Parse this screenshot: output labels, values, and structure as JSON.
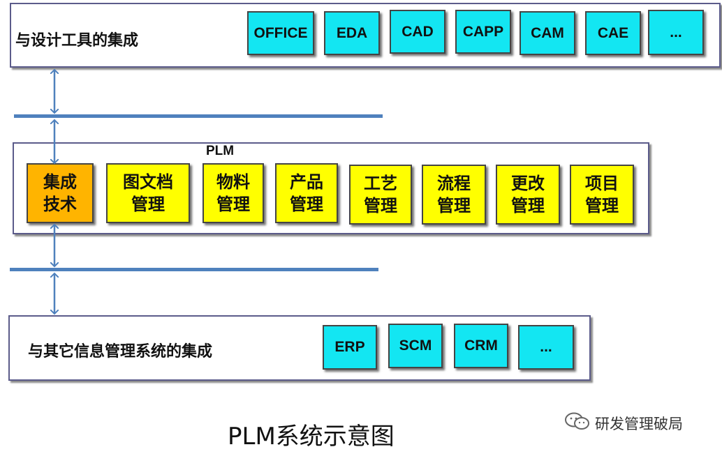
{
  "top_panel": {
    "title": "与设计工具的集成",
    "tools": [
      "OFFICE",
      "EDA",
      "CAD",
      "CAPP",
      "CAM",
      "CAE",
      "..."
    ]
  },
  "plm_panel": {
    "label": "PLM",
    "integration": [
      "集成",
      "技术"
    ],
    "modules": [
      [
        "图文档",
        "管理"
      ],
      [
        "物料",
        "管理"
      ],
      [
        "产品",
        "管理"
      ],
      [
        "工艺",
        "管理"
      ],
      [
        "流程",
        "管理"
      ],
      [
        "更改",
        "管理"
      ],
      [
        "项目",
        "管理"
      ]
    ]
  },
  "bottom_panel": {
    "title": "与其它信息管理系统的集成",
    "systems": [
      "ERP",
      "SCM",
      "CRM",
      "..."
    ]
  },
  "caption": "PLM系统示意图",
  "watermark": "研发管理破局",
  "colors": {
    "tool_box": "#13e6f2",
    "module_box": "#ffff00",
    "integration_box": "#ffb400",
    "bus_line": "#4f81bd"
  }
}
